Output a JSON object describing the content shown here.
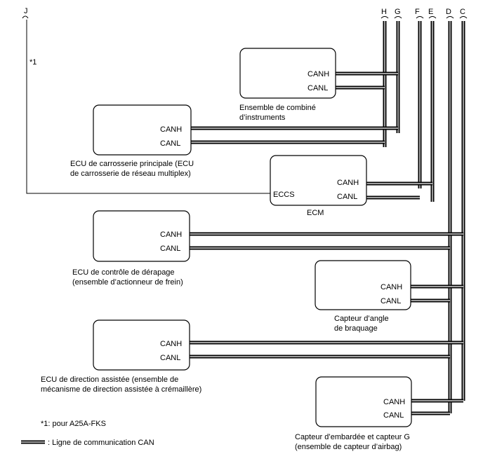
{
  "connectors": {
    "H": "H",
    "G": "G",
    "F": "F",
    "E": "E",
    "D": "D",
    "C": "C",
    "J": "J"
  },
  "note_marker": "*1",
  "components": {
    "combination_meter": {
      "line1": "Ensemble de combiné",
      "line2": "d’instruments",
      "canh": "CANH",
      "canl": "CANL"
    },
    "main_body_ecu": {
      "line1": "ECU de carrosserie principale (ECU",
      "line2": "de carrosserie de réseau multiplex)",
      "canh": "CANH",
      "canl": "CANL"
    },
    "ecm": {
      "label": "ECM",
      "canh": "CANH",
      "canl": "CANL",
      "eccs": "ECCS"
    },
    "skid_control_ecu": {
      "line1": "ECU de contrôle de dérapage",
      "line2": "(ensemble d’actionneur de frein)",
      "canh": "CANH",
      "canl": "CANL"
    },
    "steering_angle_sensor": {
      "line1": "Capteur d’angle",
      "line2": "de braquage",
      "canh": "CANH",
      "canl": "CANL"
    },
    "power_steering_ecu": {
      "line1": "ECU de direction assistée (ensemble de",
      "line2": "mécanisme de direction assistée à crémaillère)",
      "canh": "CANH",
      "canl": "CANL"
    },
    "yaw_rate_sensor": {
      "line1": "Capteur d’embardée et capteur G",
      "line2": "(ensemble de capteur d’airbag)",
      "canh": "CANH",
      "canl": "CANL"
    }
  },
  "footnote": "*1: pour A25A-FKS",
  "legend": {
    "label": ": Ligne de communication CAN"
  }
}
